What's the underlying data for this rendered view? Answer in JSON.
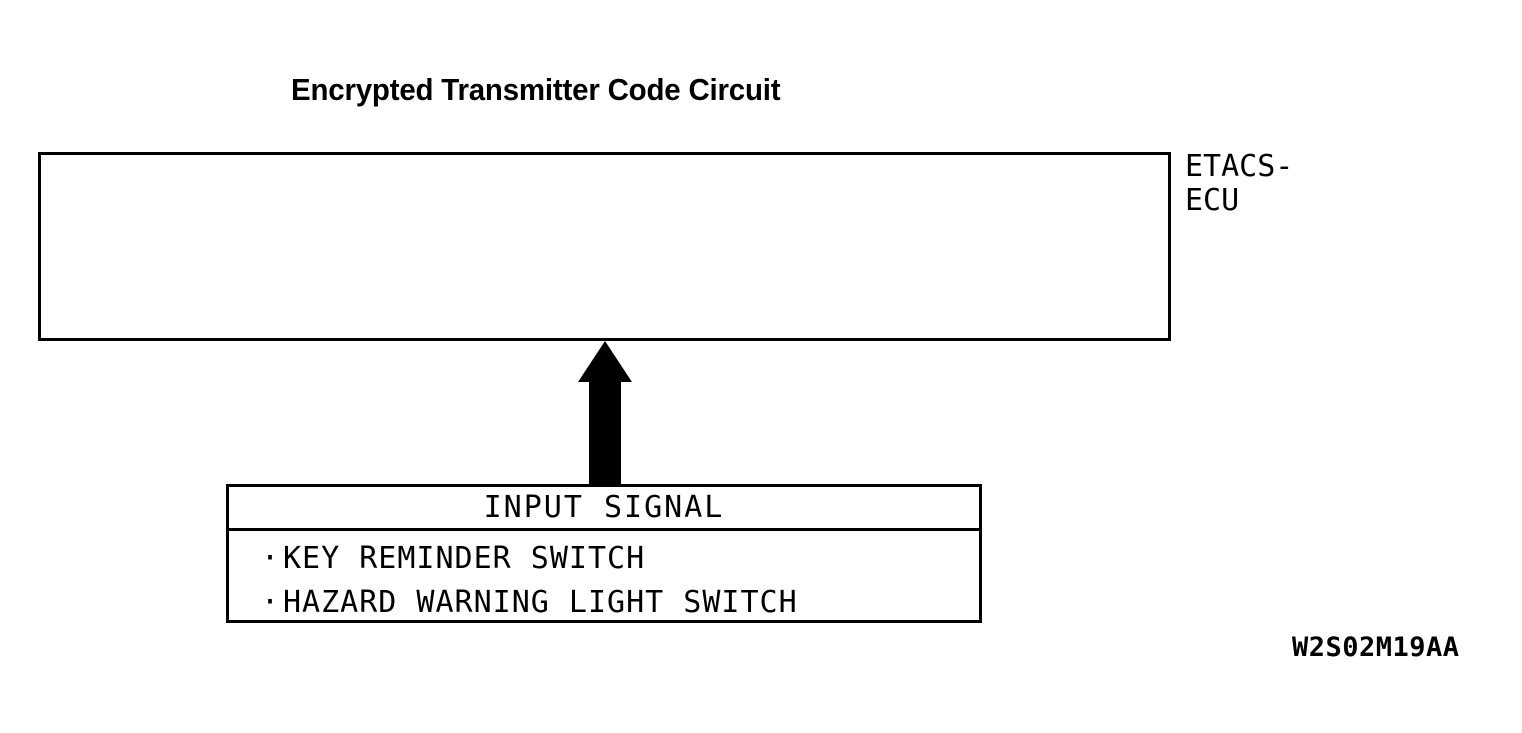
{
  "title": "Encrypted Transmitter Code Circuit",
  "ecu": {
    "label": "ETACS-\nECU",
    "contents": ""
  },
  "arrow": {
    "direction": "up",
    "color": "#000000"
  },
  "input_signal_box": {
    "header": "INPUT SIGNAL",
    "bullet": "·",
    "items": [
      "KEY REMINDER SWITCH",
      "HAZARD WARNING LIGHT SWITCH"
    ]
  },
  "figure_code": "W2S02M19AA",
  "colors": {
    "background": "#ffffff",
    "line": "#000000",
    "text": "#000000"
  }
}
